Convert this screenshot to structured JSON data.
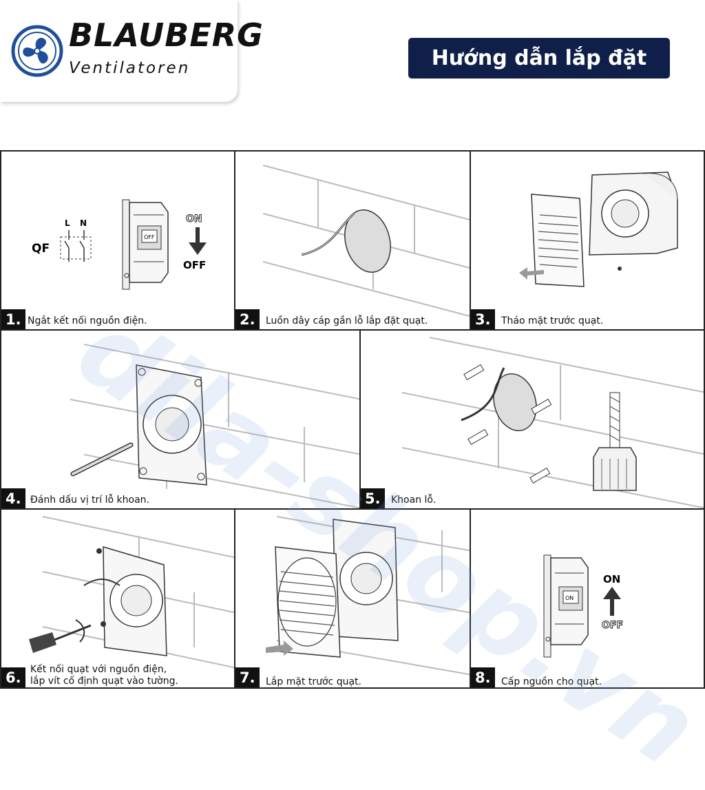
{
  "brand": {
    "name": "BLAUBERG",
    "tagline": "Ventilatoren",
    "logo_icon": "fan-logo-icon",
    "accent": "#1f4e9c"
  },
  "title": "Hướng dẫn lắp đặt",
  "title_bg": "#0f1f4a",
  "watermark": "dila-shop.vn",
  "steps": [
    {
      "num": "1.",
      "caption": "Ngắt kết nối nguồn điện.",
      "labels": {
        "qf": "QF",
        "l": "L",
        "n": "N",
        "on": "ON",
        "off": "OFF",
        "breaker": "OFF"
      }
    },
    {
      "num": "2.",
      "caption": "Luồn dây cáp gần lỗ lắp đặt quạt."
    },
    {
      "num": "3.",
      "caption": "Tháo mặt trước quạt."
    },
    {
      "num": "4.",
      "caption": "Đánh dấu vị trí lỗ khoan."
    },
    {
      "num": "5.",
      "caption": "Khoan lỗ."
    },
    {
      "num": "6.",
      "caption_line1": "Kết nối quạt với nguồn điện,",
      "caption_line2": "lắp vít cố định quạt vào tường."
    },
    {
      "num": "7.",
      "caption": "Lắp mặt trước quạt."
    },
    {
      "num": "8.",
      "caption": "Cấp nguồn cho quạt.",
      "labels": {
        "on": "ON",
        "off": "OFF",
        "breaker": "ON"
      }
    }
  ]
}
